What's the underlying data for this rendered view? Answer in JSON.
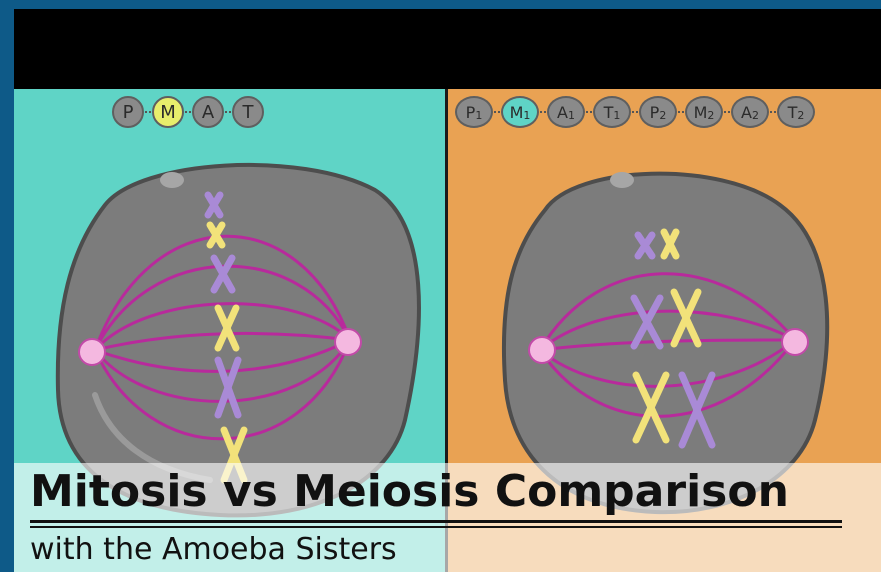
{
  "mitosis": {
    "phases": [
      "P",
      "M",
      "A",
      "T"
    ],
    "active_index": 1
  },
  "meiosis": {
    "phases": [
      {
        "letter": "P",
        "sub": "1"
      },
      {
        "letter": "M",
        "sub": "1"
      },
      {
        "letter": "A",
        "sub": "1"
      },
      {
        "letter": "T",
        "sub": "1"
      },
      {
        "letter": "P",
        "sub": "2"
      },
      {
        "letter": "M",
        "sub": "2"
      },
      {
        "letter": "A",
        "sub": "2"
      },
      {
        "letter": "T",
        "sub": "2"
      }
    ],
    "active_index": 1
  },
  "title": "Mitosis vs Meiosis Comparison",
  "subtitle": "with the Amoeba Sisters",
  "colors": {
    "border": "#0e5a88",
    "mitosis_bg": "#5fd4c6",
    "meiosis_bg": "#e9a253",
    "cell": "#7c7c7c",
    "spindle": "#b82a9c",
    "chromosome_purple": "#a98ad6",
    "chromosome_yellow": "#f2e27a"
  }
}
